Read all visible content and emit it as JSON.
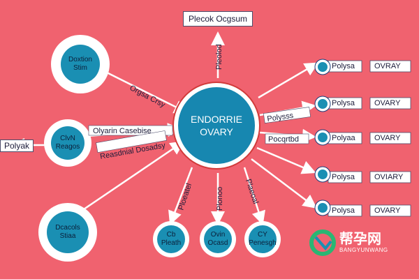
{
  "center": {
    "line1": "ENDORRIE",
    "line2": "OVARY"
  },
  "top_box": {
    "label": "Plecok Ocgsum"
  },
  "left_box": {
    "label": "Polyak"
  },
  "left_nodes": [
    {
      "line1": "Doxtion",
      "line2": "Stim"
    },
    {
      "line1": "ClvN",
      "line2": "Reagos"
    },
    {
      "line1": "Dcacols",
      "line2": "Stiaa"
    }
  ],
  "bottom_nodes": [
    {
      "line1": "Cb",
      "line2": "Pleath"
    },
    {
      "line1": "Ovin",
      "line2": "Ocasd"
    },
    {
      "line1": "CY",
      "line2": "Penesgh"
    }
  ],
  "right_rows": [
    {
      "left": "Polysa",
      "right": "OVRAY"
    },
    {
      "left": "Polysa",
      "right": "OVARY"
    },
    {
      "left": "Polyaa",
      "right": "OVARY"
    },
    {
      "left": "Polysa",
      "right": "OVIARY"
    },
    {
      "left": "Polysa",
      "right": "OVARY"
    }
  ],
  "arrow_labels": {
    "diag_top": "Orgsa Crsy",
    "mid_top": "Olyarin Casebise",
    "mid_bottom": "Reasdnial Dosadsy",
    "top_vertical": "Pleolod",
    "bottom_left": "Ploeatel",
    "bottom_center": "Plonoo",
    "bottom_right": "Plaeoal",
    "right_a": "Polysss",
    "right_b": "Pocqrtbd"
  },
  "watermark": {
    "main": "帮孕网",
    "sub": "BANGYUNWANG"
  },
  "colors": {
    "background": "#f0626f",
    "node_fill": "#1a8fb3",
    "center_fill": "#1787b0",
    "arrow": "#ffffff"
  }
}
